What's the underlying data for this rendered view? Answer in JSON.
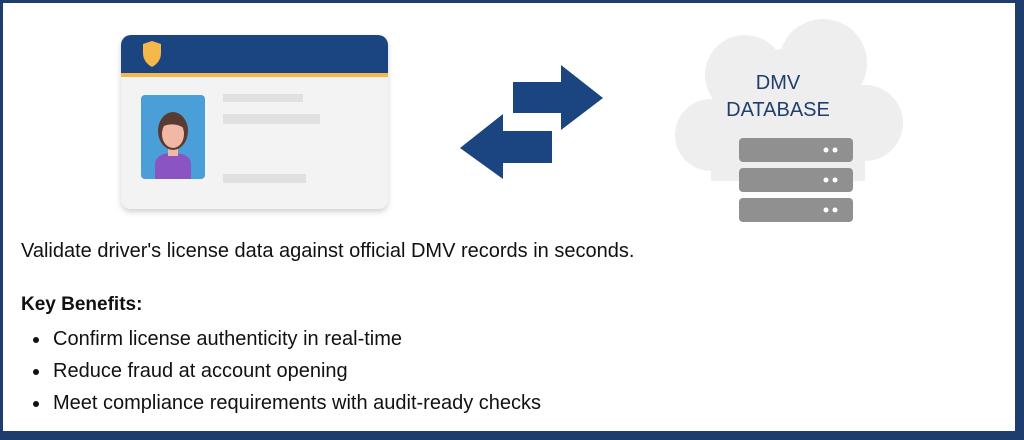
{
  "diagram": {
    "database_label_line1": "DMV",
    "database_label_line2": "DATABASE",
    "icons": [
      "id-card-icon",
      "shield-badge-icon",
      "person-photo-icon",
      "exchange-arrows-icon",
      "cloud-icon",
      "server-stack-icon"
    ],
    "colors": {
      "navy": "#1b4580",
      "accent_orange": "#f4b94a",
      "card_bg": "#f3f3f3",
      "photo_bg": "#4b9fd8",
      "cloud_bg": "#eeeeee",
      "server_gray": "#909090"
    }
  },
  "content": {
    "intro": "Validate driver's license data against official DMV records in seconds.",
    "benefits_heading": "Key Benefits:",
    "benefits": [
      "Confirm license authenticity in real-time",
      "Reduce fraud at account opening",
      "Meet compliance requirements with audit-ready checks"
    ]
  }
}
